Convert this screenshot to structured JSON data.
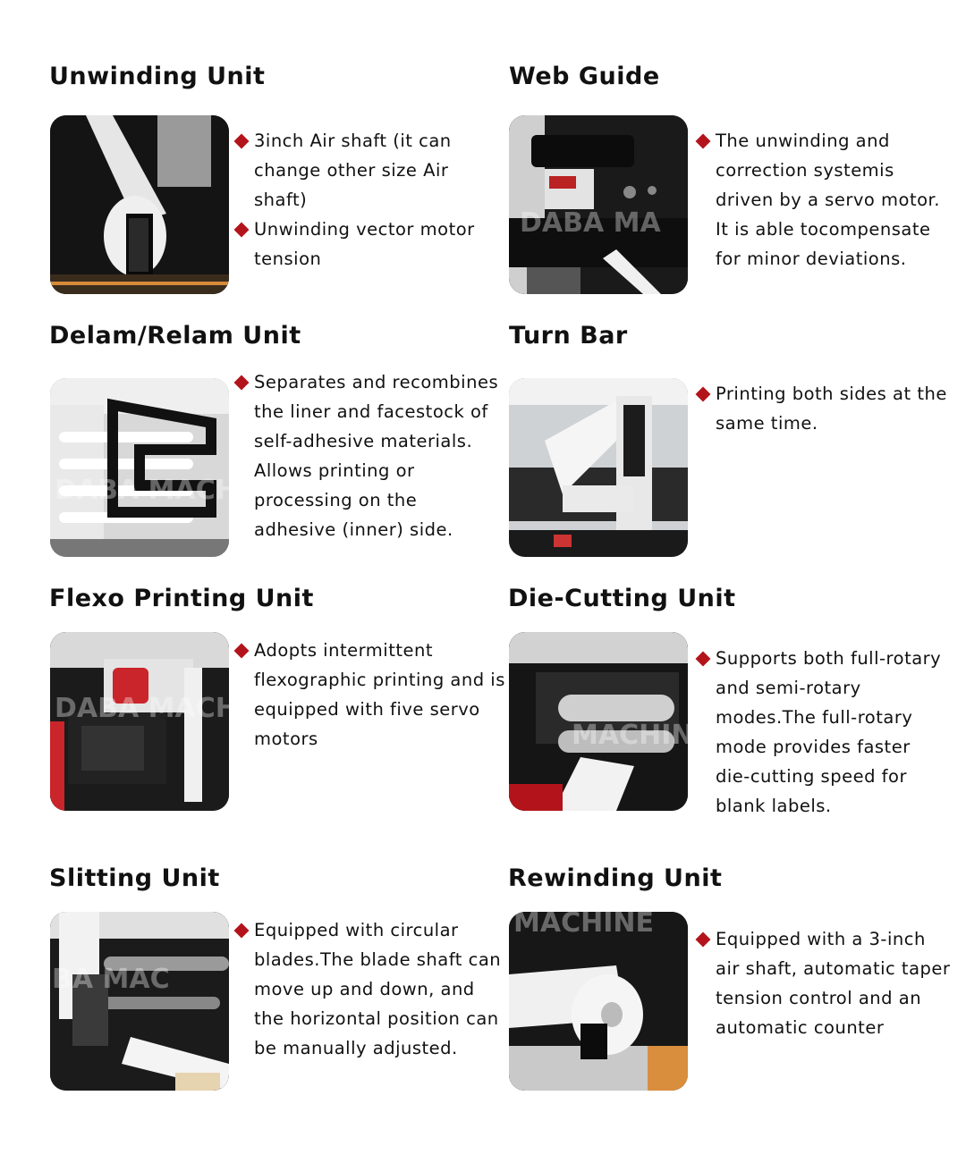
{
  "colors": {
    "bullet": "#b3141b",
    "title": "#111111"
  },
  "sections": [
    {
      "title": "Unwinding Unit",
      "lines": [
        [
          "3inch Air shaft (it can",
          "change other size Air",
          "shaft)"
        ],
        [
          "Unwinding vector motor",
          "tension"
        ]
      ]
    },
    {
      "title": "Web Guide",
      "lines": [
        [
          "The unwinding and",
          "correction systemis",
          "driven by a servo motor.",
          "It is able tocompensate",
          "for minor deviations."
        ]
      ]
    },
    {
      "title": "Delam/Relam Unit",
      "lines": [
        [
          "Separates and recombines",
          "the liner and facestock of",
          "self-adhesive materials.",
          "Allows printing or",
          "processing on the",
          "adhesive (inner) side."
        ]
      ]
    },
    {
      "title": "Turn Bar",
      "lines": [
        [
          "Printing both sides at the",
          "same time."
        ]
      ]
    },
    {
      "title": "Flexo Printing Unit",
      "lines": [
        [
          "Adopts intermittent",
          "flexographic printing and is",
          "equipped with five servo",
          "motors"
        ]
      ]
    },
    {
      "title": "Die-Cutting Unit",
      "lines": [
        [
          "Supports both full-rotary",
          "and semi-rotary",
          "modes.The full-rotary",
          "mode provides faster",
          "die-cutting speed for",
          "blank labels."
        ]
      ]
    },
    {
      "title": "Slitting Unit",
      "lines": [
        [
          "Equipped with circular",
          "blades.The blade shaft can",
          "move up and down, and",
          "the horizontal position can",
          "be manually adjusted."
        ]
      ]
    },
    {
      "title": "Rewinding Unit",
      "lines": [
        [
          "Equipped with a 3-inch",
          "air shaft, automatic taper",
          "tension control and an",
          "automatic counter"
        ]
      ]
    }
  ],
  "watermarks": [
    "DABA MACHINE"
  ]
}
